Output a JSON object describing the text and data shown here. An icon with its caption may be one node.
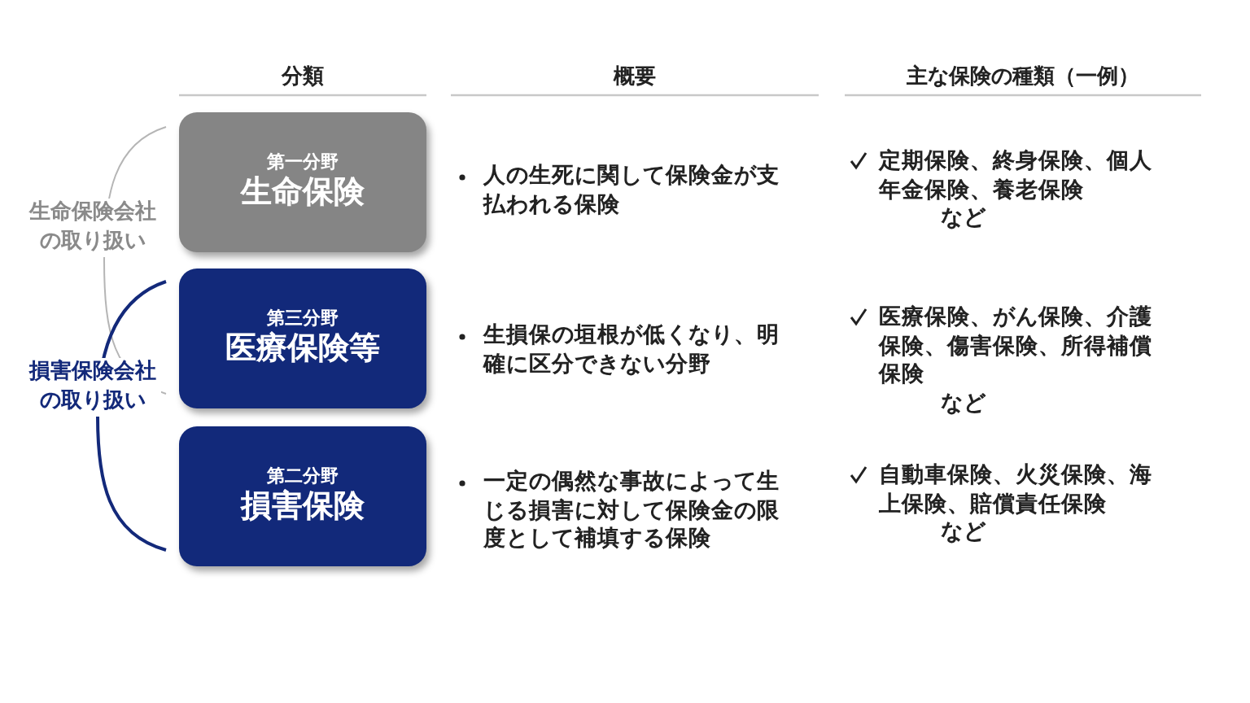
{
  "diagram": {
    "nodes": [
      {
        "text": [
          "第一分野",
          "生命保険"
        ]
      },
      {
        "text": [
          "第三分野",
          "医療保険等"
        ]
      },
      {
        "text": [
          "第二分野",
          "損害保険"
        ]
      }
    ],
    "labels": [
      "分類",
      "概要",
      "主な保険の種類（一例）",
      "生命保険会社の取り扱い",
      "損害保険会社の取り扱い",
      "人の生死に関して保険金が支払われる保険",
      "定期保険、終身保険、個人年金保険、養老保険",
      "など",
      "生損保の垣根が低くなり、明確に区分できない分野",
      "医療保険、がん保険、介護保険、傷害保険、所得補償保険",
      "など",
      "一定の偶然な事故によって生じる損害に対して保険金の限度として補填する保険",
      "自動車保険、火災保険、海上保険、賠償責任保険",
      "など"
    ]
  }
}
